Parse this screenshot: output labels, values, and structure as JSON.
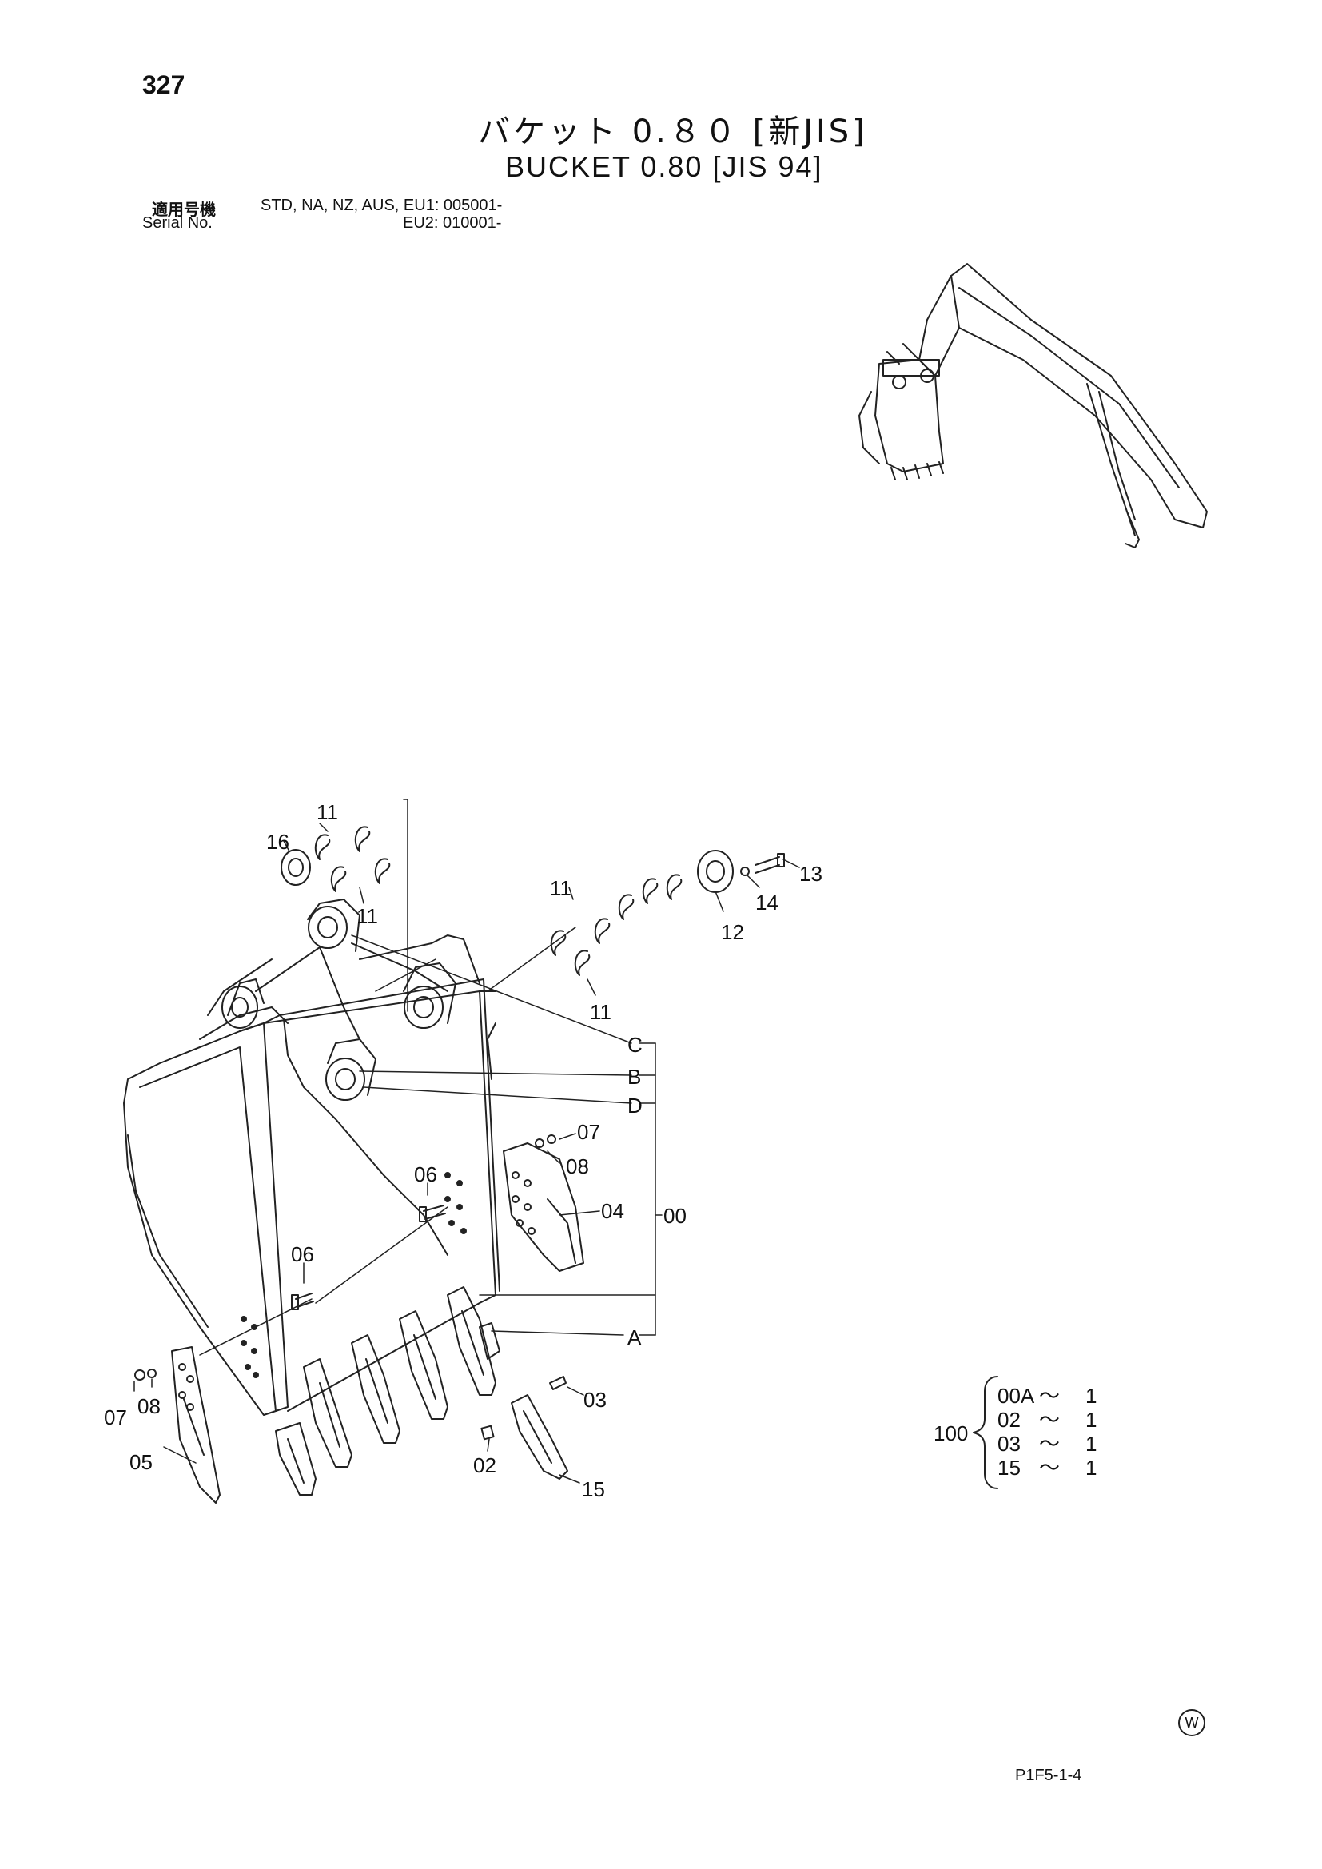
{
  "page_number": "327",
  "title_jp": "バケット 0.８０ [新JIS]",
  "title_en": "BUCKET 0.80 [JIS 94]",
  "serial": {
    "label_jp": "適用号機",
    "label_en": "Serial No.",
    "models_line": "STD, NA, NZ, AUS, EU1: 005001-",
    "eu2_line": "EU2: 010001-"
  },
  "callouts": {
    "c11a": "11",
    "c16": "16",
    "c11b": "11",
    "c11c": "11",
    "c11d": "11",
    "c12": "12",
    "c13": "13",
    "c14": "14",
    "cC": "C",
    "cB": "B",
    "cD": "D",
    "cA": "A",
    "c07a": "07",
    "c08a": "08",
    "c06a": "06",
    "c04": "04",
    "c00": "00",
    "c06b": "06",
    "c07b": "07",
    "c08b": "08",
    "c05": "05",
    "c03": "03",
    "c02": "02",
    "c15": "15"
  },
  "kit": {
    "code": "100",
    "rows": [
      {
        "part": "00A",
        "tilde": "～",
        "qty": "1"
      },
      {
        "part": "02",
        "tilde": "～",
        "qty": "1"
      },
      {
        "part": "03",
        "tilde": "～",
        "qty": "1"
      },
      {
        "part": "15",
        "tilde": "～",
        "qty": "1"
      }
    ]
  },
  "mark": "W",
  "page_code": "P1F5-1-4"
}
